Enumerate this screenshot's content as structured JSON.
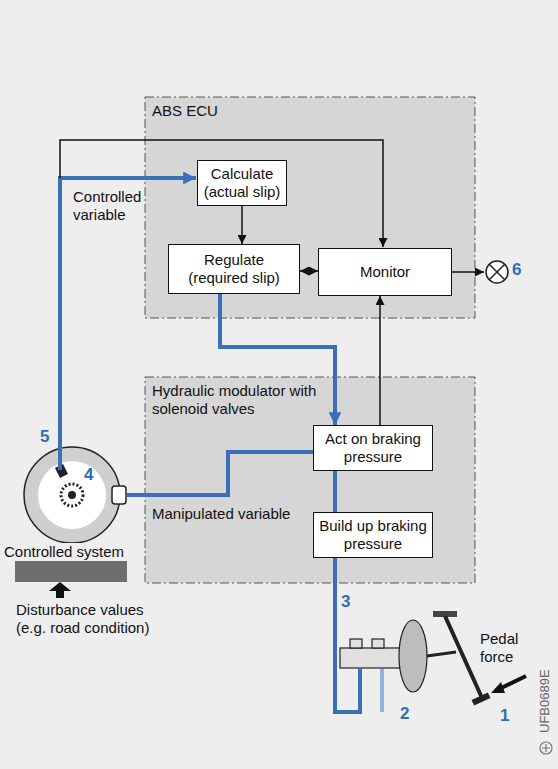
{
  "diagram": {
    "nodes": [
      {
        "text": [
          "ABS ECU"
        ]
      },
      {
        "text": [
          "Calculate (actual slip)"
        ],
        "in": 0
      },
      {
        "text": [
          "Regulate (required slip)"
        ],
        "in": 0
      },
      {
        "text": [
          "Monitor"
        ],
        "in": 0
      },
      {
        "text": [
          "Hydraulic modulator with solenoid valves"
        ]
      },
      {
        "text": [
          "Act on braking pressure"
        ],
        "in": 4
      },
      {
        "text": [
          "Build up braking pressure"
        ],
        "in": 4
      }
    ],
    "edges": [
      {
        "from": 1,
        "to": 2,
        "arrow": "to"
      },
      {
        "from": 2,
        "to": 3,
        "arrow": "both"
      },
      {
        "from": 2,
        "to": 5,
        "arrow": "to"
      },
      {
        "from": 5,
        "to": 3,
        "arrow": "to"
      },
      {
        "from": 6,
        "to": 5,
        "arrow": "none"
      }
    ],
    "labels": [
      "Controlled variable",
      "Manipulated variable",
      "Controlled system",
      "Disturbance values (e.g. road condition)",
      "Pedal force",
      "1",
      "2",
      "3",
      "4",
      "5",
      "6",
      "UFB0689E"
    ]
  }
}
